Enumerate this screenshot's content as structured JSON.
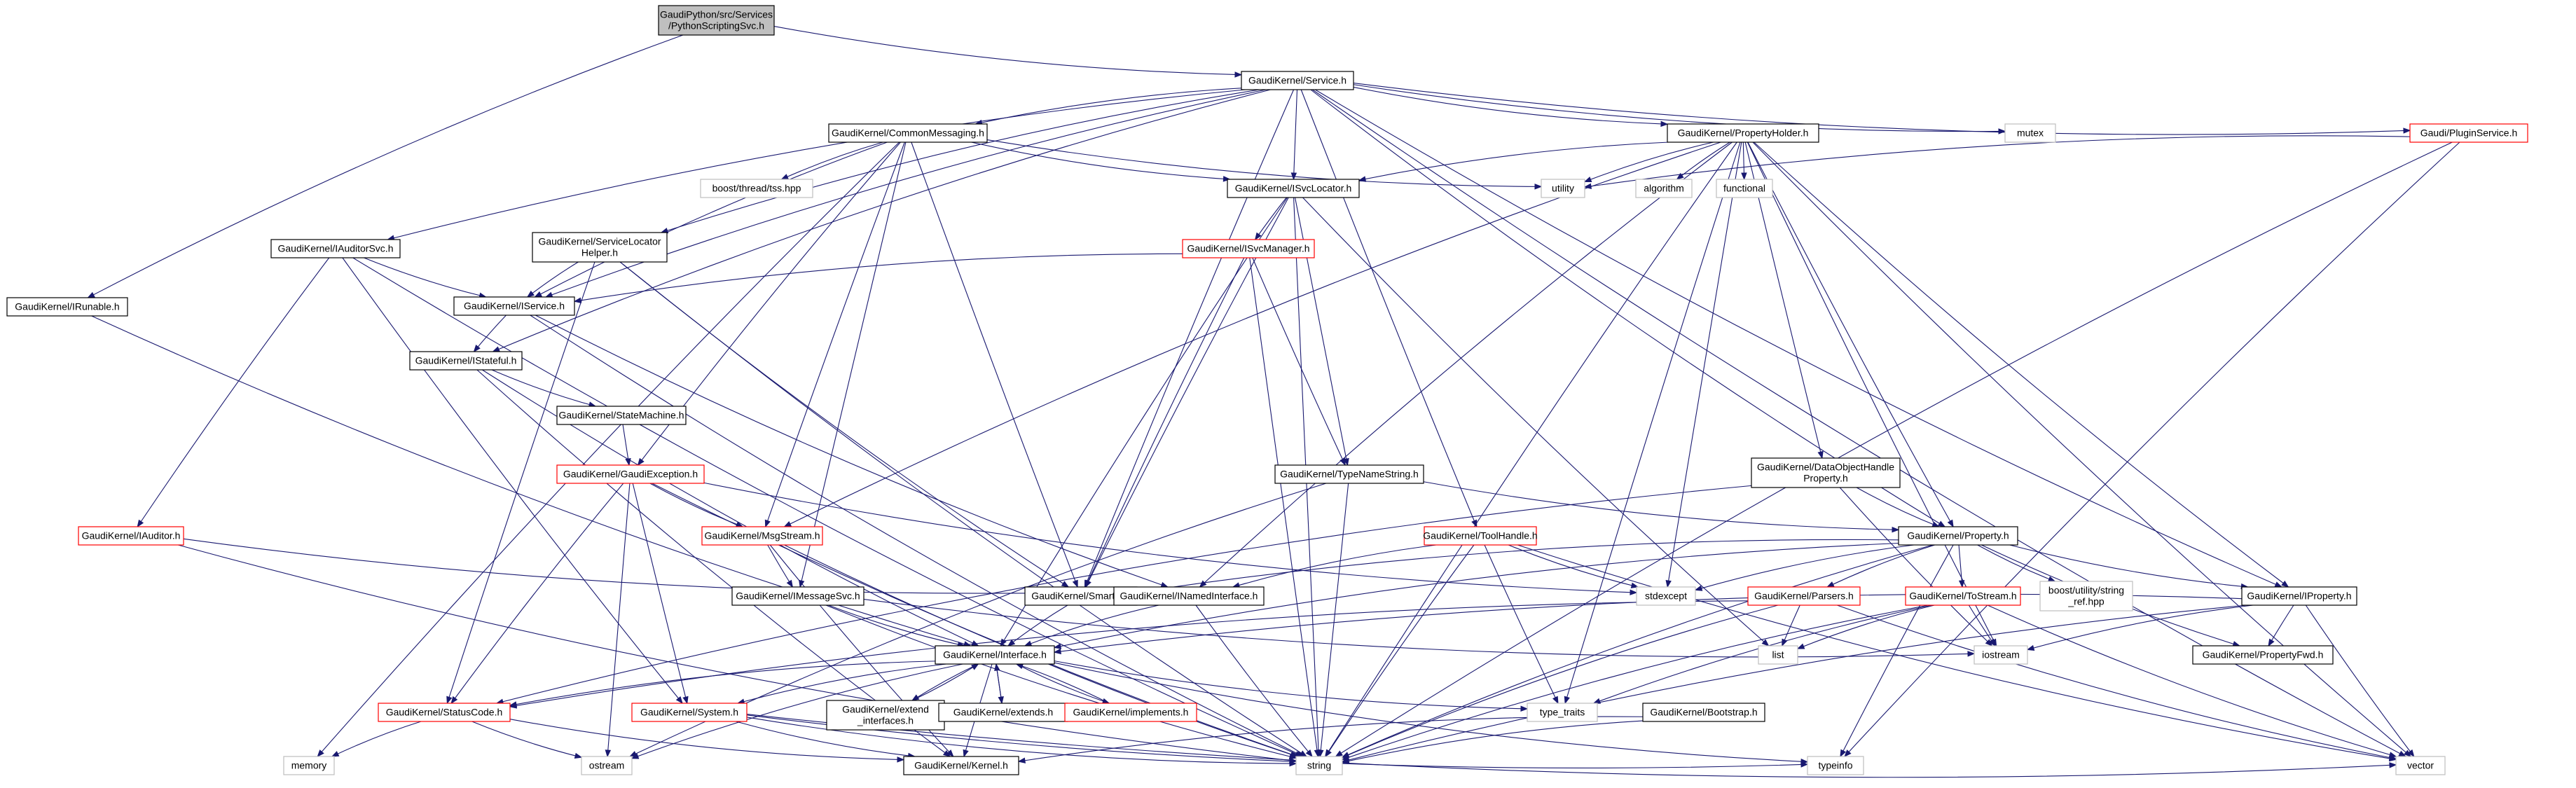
{
  "diagram": {
    "nodes": [
      {
        "id": "python_scripting",
        "lines": [
          "GaudiPython/src/Services",
          "/PythonScriptingSvc.h"
        ],
        "style": "root"
      },
      {
        "id": "service",
        "lines": [
          "GaudiKernel/Service.h"
        ],
        "style": "normal"
      },
      {
        "id": "irunable",
        "lines": [
          "GaudiKernel/IRunable.h"
        ],
        "style": "normal"
      },
      {
        "id": "iauditorsvc",
        "lines": [
          "GaudiKernel/IAuditorSvc.h"
        ],
        "style": "normal"
      },
      {
        "id": "commonmessaging",
        "lines": [
          "GaudiKernel/CommonMessaging.h"
        ],
        "style": "normal"
      },
      {
        "id": "servicelocatorhelper",
        "lines": [
          "GaudiKernel/ServiceLocator",
          "Helper.h"
        ],
        "style": "normal"
      },
      {
        "id": "isvclocator",
        "lines": [
          "GaudiKernel/ISvcLocator.h"
        ],
        "style": "normal"
      },
      {
        "id": "propertyholder",
        "lines": [
          "GaudiKernel/PropertyHolder.h"
        ],
        "style": "normal"
      },
      {
        "id": "pluginservice",
        "lines": [
          "Gaudi/PluginService.h"
        ],
        "style": "red"
      },
      {
        "id": "iservice",
        "lines": [
          "GaudiKernel/IService.h"
        ],
        "style": "normal"
      },
      {
        "id": "isvcmanager",
        "lines": [
          "GaudiKernel/ISvcManager.h"
        ],
        "style": "red"
      },
      {
        "id": "istateful",
        "lines": [
          "GaudiKernel/IStateful.h"
        ],
        "style": "normal"
      },
      {
        "id": "statemachine",
        "lines": [
          "GaudiKernel/StateMachine.h"
        ],
        "style": "normal"
      },
      {
        "id": "gaudiexception",
        "lines": [
          "GaudiKernel/GaudiException.h"
        ],
        "style": "red"
      },
      {
        "id": "typenamestring",
        "lines": [
          "GaudiKernel/TypeNameString.h"
        ],
        "style": "normal"
      },
      {
        "id": "dataobjecthandleproperty",
        "lines": [
          "GaudiKernel/DataObjectHandle",
          "Property.h"
        ],
        "style": "normal"
      },
      {
        "id": "iauditor",
        "lines": [
          "GaudiKernel/IAuditor.h"
        ],
        "style": "red"
      },
      {
        "id": "msgstream",
        "lines": [
          "GaudiKernel/MsgStream.h"
        ],
        "style": "red"
      },
      {
        "id": "toolhandle",
        "lines": [
          "GaudiKernel/ToolHandle.h"
        ],
        "style": "red"
      },
      {
        "id": "property",
        "lines": [
          "GaudiKernel/Property.h"
        ],
        "style": "normal"
      },
      {
        "id": "smartif",
        "lines": [
          "GaudiKernel/SmartIF.h"
        ],
        "style": "normal"
      },
      {
        "id": "inamedinterface",
        "lines": [
          "GaudiKernel/INamedInterface.h"
        ],
        "style": "normal"
      },
      {
        "id": "parsers",
        "lines": [
          "GaudiKernel/Parsers.h"
        ],
        "style": "red"
      },
      {
        "id": "tostream",
        "lines": [
          "GaudiKernel/ToStream.h"
        ],
        "style": "red"
      },
      {
        "id": "iproperty",
        "lines": [
          "GaudiKernel/IProperty.h"
        ],
        "style": "normal"
      },
      {
        "id": "imessagesvc",
        "lines": [
          "GaudiKernel/IMessageSvc.h"
        ],
        "style": "normal"
      },
      {
        "id": "interface",
        "lines": [
          "GaudiKernel/Interface.h"
        ],
        "style": "normal"
      },
      {
        "id": "propertyfwd",
        "lines": [
          "GaudiKernel/PropertyFwd.h"
        ],
        "style": "normal"
      },
      {
        "id": "statuscode",
        "lines": [
          "GaudiKernel/StatusCode.h"
        ],
        "style": "red"
      },
      {
        "id": "system",
        "lines": [
          "GaudiKernel/System.h"
        ],
        "style": "red"
      },
      {
        "id": "extend_interfaces",
        "lines": [
          "GaudiKernel/extend",
          "_interfaces.h"
        ],
        "style": "normal"
      },
      {
        "id": "extends",
        "lines": [
          "GaudiKernel/extends.h"
        ],
        "style": "normal"
      },
      {
        "id": "implements",
        "lines": [
          "GaudiKernel/implements.h"
        ],
        "style": "red"
      },
      {
        "id": "bootstrap",
        "lines": [
          "GaudiKernel/Bootstrap.h"
        ],
        "style": "normal"
      },
      {
        "id": "kernel",
        "lines": [
          "GaudiKernel/Kernel.h"
        ],
        "style": "normal"
      },
      {
        "id": "mutex",
        "lines": [
          "mutex"
        ],
        "style": "ext"
      },
      {
        "id": "boost_tss",
        "lines": [
          "boost/thread/tss.hpp"
        ],
        "style": "ext"
      },
      {
        "id": "utility",
        "lines": [
          "utility"
        ],
        "style": "ext"
      },
      {
        "id": "algorithm",
        "lines": [
          "algorithm"
        ],
        "style": "ext"
      },
      {
        "id": "functional",
        "lines": [
          "functional"
        ],
        "style": "ext"
      },
      {
        "id": "stdexcept",
        "lines": [
          "stdexcept"
        ],
        "style": "ext"
      },
      {
        "id": "boost_string_ref",
        "lines": [
          "boost/utility/string",
          "_ref.hpp"
        ],
        "style": "ext"
      },
      {
        "id": "list",
        "lines": [
          "list"
        ],
        "style": "ext"
      },
      {
        "id": "iostream",
        "lines": [
          "iostream"
        ],
        "style": "ext"
      },
      {
        "id": "type_traits",
        "lines": [
          "type_traits"
        ],
        "style": "ext"
      },
      {
        "id": "memory",
        "lines": [
          "memory"
        ],
        "style": "ext"
      },
      {
        "id": "ostream",
        "lines": [
          "ostream"
        ],
        "style": "ext"
      },
      {
        "id": "string",
        "lines": [
          "string"
        ],
        "style": "ext"
      },
      {
        "id": "typeinfo",
        "lines": [
          "typeinfo"
        ],
        "style": "ext"
      },
      {
        "id": "vector",
        "lines": [
          "vector"
        ],
        "style": "ext"
      }
    ],
    "edges": [
      [
        "python_scripting",
        "service"
      ],
      [
        "python_scripting",
        "irunable"
      ],
      [
        "service",
        "iauditorsvc"
      ],
      [
        "service",
        "commonmessaging"
      ],
      [
        "service",
        "servicelocatorhelper"
      ],
      [
        "service",
        "iservice"
      ],
      [
        "service",
        "istateful"
      ],
      [
        "service",
        "smartif"
      ],
      [
        "service",
        "isvclocator"
      ],
      [
        "service",
        "toolhandle"
      ],
      [
        "service",
        "propertyholder"
      ],
      [
        "service",
        "mutex"
      ],
      [
        "service",
        "property"
      ],
      [
        "service",
        "pluginservice"
      ],
      [
        "service",
        "iproperty"
      ],
      [
        "service",
        "vector"
      ],
      [
        "irunable",
        "interface"
      ],
      [
        "iauditorsvc",
        "iservice"
      ],
      [
        "iauditorsvc",
        "iauditor"
      ],
      [
        "iauditorsvc",
        "system"
      ],
      [
        "iauditorsvc",
        "string"
      ],
      [
        "commonmessaging",
        "iservice"
      ],
      [
        "commonmessaging",
        "isvclocator"
      ],
      [
        "commonmessaging",
        "boost_tss"
      ],
      [
        "commonmessaging",
        "utility"
      ],
      [
        "commonmessaging",
        "msgstream"
      ],
      [
        "commonmessaging",
        "imessagesvc"
      ],
      [
        "commonmessaging",
        "smartif"
      ],
      [
        "commonmessaging",
        "gaudiexception"
      ],
      [
        "commonmessaging",
        "memory"
      ],
      [
        "servicelocatorhelper",
        "iservice"
      ],
      [
        "servicelocatorhelper",
        "smartif"
      ],
      [
        "servicelocatorhelper",
        "statuscode"
      ],
      [
        "servicelocatorhelper",
        "string"
      ],
      [
        "isvclocator",
        "isvcmanager"
      ],
      [
        "isvclocator",
        "typenamestring"
      ],
      [
        "isvclocator",
        "smartif"
      ],
      [
        "isvclocator",
        "interface"
      ],
      [
        "isvclocator",
        "list"
      ],
      [
        "isvclocator",
        "string"
      ],
      [
        "propertyholder",
        "utility"
      ],
      [
        "propertyholder",
        "algorithm"
      ],
      [
        "propertyholder",
        "functional"
      ],
      [
        "propertyholder",
        "isvclocator"
      ],
      [
        "propertyholder",
        "msgstream"
      ],
      [
        "propertyholder",
        "inamedinterface"
      ],
      [
        "propertyholder",
        "stdexcept"
      ],
      [
        "propertyholder",
        "dataobjecthandleproperty"
      ],
      [
        "propertyholder",
        "property"
      ],
      [
        "propertyholder",
        "iproperty"
      ],
      [
        "propertyholder",
        "iostream"
      ],
      [
        "propertyholder",
        "type_traits"
      ],
      [
        "propertyholder",
        "string"
      ],
      [
        "propertyholder",
        "vector"
      ],
      [
        "pluginservice",
        "utility"
      ],
      [
        "pluginservice",
        "string"
      ],
      [
        "pluginservice",
        "typeinfo"
      ],
      [
        "iservice",
        "istateful"
      ],
      [
        "iservice",
        "inamedinterface"
      ],
      [
        "iservice",
        "string"
      ],
      [
        "isvcmanager",
        "iservice"
      ],
      [
        "isvcmanager",
        "typenamestring"
      ],
      [
        "isvcmanager",
        "smartif"
      ],
      [
        "isvcmanager",
        "string"
      ],
      [
        "istateful",
        "statemachine"
      ],
      [
        "istateful",
        "interface"
      ],
      [
        "istateful",
        "kernel"
      ],
      [
        "statemachine",
        "gaudiexception"
      ],
      [
        "gaudiexception",
        "msgstream"
      ],
      [
        "gaudiexception",
        "statuscode"
      ],
      [
        "gaudiexception",
        "system"
      ],
      [
        "gaudiexception",
        "stdexcept"
      ],
      [
        "gaudiexception",
        "ostream"
      ],
      [
        "gaudiexception",
        "string"
      ],
      [
        "typenamestring",
        "property"
      ],
      [
        "typenamestring",
        "string"
      ],
      [
        "typenamestring",
        "ostream"
      ],
      [
        "dataobjecthandleproperty",
        "property"
      ],
      [
        "dataobjecthandleproperty",
        "statuscode"
      ],
      [
        "dataobjecthandleproperty",
        "iostream"
      ],
      [
        "iauditor",
        "inamedinterface"
      ],
      [
        "iauditor",
        "string"
      ],
      [
        "msgstream",
        "imessagesvc"
      ],
      [
        "msgstream",
        "kernel"
      ],
      [
        "msgstream",
        "string"
      ],
      [
        "toolhandle",
        "inamedinterface"
      ],
      [
        "toolhandle",
        "stdexcept"
      ],
      [
        "toolhandle",
        "type_traits"
      ],
      [
        "toolhandle",
        "string"
      ],
      [
        "toolhandle",
        "vector"
      ],
      [
        "property",
        "smartif"
      ],
      [
        "property",
        "parsers"
      ],
      [
        "property",
        "tostream"
      ],
      [
        "property",
        "boost_string_ref"
      ],
      [
        "property",
        "stdexcept"
      ],
      [
        "property",
        "iproperty"
      ],
      [
        "property",
        "propertyfwd"
      ],
      [
        "property",
        "interface"
      ],
      [
        "property",
        "string"
      ],
      [
        "property",
        "typeinfo"
      ],
      [
        "smartif",
        "interface"
      ],
      [
        "inamedinterface",
        "interface"
      ],
      [
        "inamedinterface",
        "string"
      ],
      [
        "parsers",
        "list"
      ],
      [
        "parsers",
        "statuscode"
      ],
      [
        "parsers",
        "string"
      ],
      [
        "parsers",
        "vector"
      ],
      [
        "tostream",
        "list"
      ],
      [
        "tostream",
        "iostream"
      ],
      [
        "tostream",
        "string"
      ],
      [
        "tostream",
        "type_traits"
      ],
      [
        "tostream",
        "vector"
      ],
      [
        "iproperty",
        "iostream"
      ],
      [
        "iproperty",
        "interface"
      ],
      [
        "iproperty",
        "propertyfwd"
      ],
      [
        "iproperty",
        "string"
      ],
      [
        "iproperty",
        "vector"
      ],
      [
        "imessagesvc",
        "interface"
      ],
      [
        "imessagesvc",
        "iostream"
      ],
      [
        "imessagesvc",
        "string"
      ],
      [
        "interface",
        "statuscode"
      ],
      [
        "interface",
        "system"
      ],
      [
        "interface",
        "extend_interfaces"
      ],
      [
        "interface",
        "extends"
      ],
      [
        "interface",
        "implements"
      ],
      [
        "interface",
        "kernel"
      ],
      [
        "interface",
        "ostream"
      ],
      [
        "interface",
        "type_traits"
      ],
      [
        "interface",
        "typeinfo"
      ],
      [
        "statuscode",
        "memory"
      ],
      [
        "statuscode",
        "ostream"
      ],
      [
        "statuscode",
        "kernel"
      ],
      [
        "system",
        "kernel"
      ],
      [
        "system",
        "string"
      ],
      [
        "system",
        "typeinfo"
      ],
      [
        "system",
        "vector"
      ],
      [
        "extend_interfaces",
        "interface"
      ],
      [
        "extends",
        "interface"
      ],
      [
        "implements",
        "interface"
      ],
      [
        "bootstrap",
        "kernel"
      ],
      [
        "bootstrap",
        "string"
      ]
    ]
  }
}
